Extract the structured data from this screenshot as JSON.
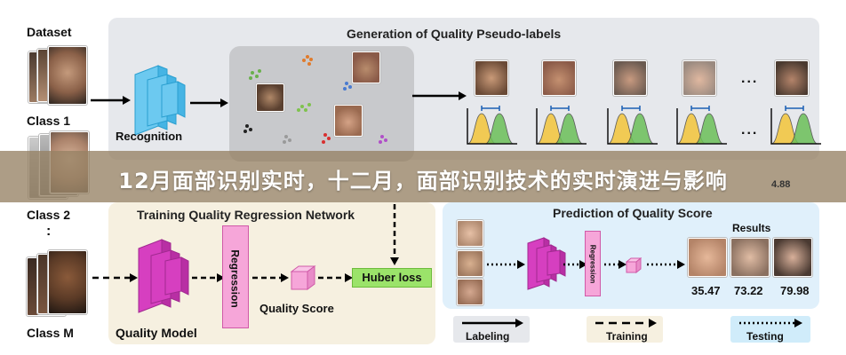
{
  "banner": {
    "text": "12月面部识别实时，十二月，面部识别技术的实时演进与影响"
  },
  "dataset": {
    "title": "Dataset",
    "class1": "Class 1",
    "class2": "Class 2",
    "classM": "Class M",
    "ellipsis": ":"
  },
  "generation": {
    "title": "Generation of Quality Pseudo-labels",
    "recognition": "Recognition",
    "ellipsis": "...",
    "score_partial": "4.88"
  },
  "training": {
    "title": "Training Quality Regression Network",
    "quality_model": "Quality Model",
    "regression": "Regression",
    "quality_score": "Quality Score",
    "huber_loss": "Huber loss"
  },
  "prediction": {
    "title": "Prediction of Quality Score",
    "regression": "Regression",
    "results": "Results",
    "scores": [
      "35.47",
      "73.22",
      "79.98"
    ]
  },
  "legend": {
    "labeling": "Labeling",
    "training": "Training",
    "testing": "Testing"
  },
  "colors": {
    "recognition_blue": "#6cc9f0",
    "model_magenta": "#d63fc0",
    "regression_pink": "#f6a6d9",
    "huber_green": "#9be36a",
    "curve_yellow": "#f3c53a",
    "curve_green": "#6bbf59"
  }
}
